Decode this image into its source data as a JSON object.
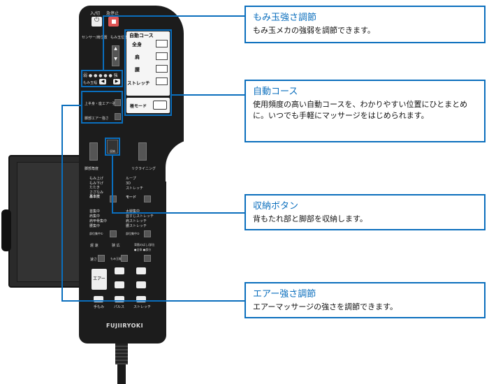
{
  "remote": {
    "power_label": "入/切",
    "stop_label": "急停止",
    "sensor_label": "センサー/肩位置",
    "momi_pos_label": "もみ玉位置",
    "strength_weak": "弱",
    "strength_strong": "強",
    "momi_width_label": "もみ玉幅",
    "upper_air_label": "上半身・座エアー強さ",
    "leg_air_label": "脚部エアー強さ",
    "auto_course_title": "自動コース",
    "auto_courses": [
      "全身",
      "肩",
      "腰",
      "ストレッチ"
    ],
    "kiwami_mode": "極モード",
    "storage_label": "収納",
    "leg_angle_label": "脚部角度",
    "recline_label": "リクライニング",
    "basic_techniques": [
      "もみ上げ",
      "もみ下げ",
      "たたき",
      "さざなみ"
    ],
    "basic_button": "基本技",
    "modes": [
      "ループ",
      "3D",
      "ストレッチ"
    ],
    "mode_button": "モード",
    "focus1": [
      "首集中",
      "肩集中",
      "肩甲骨集中",
      "腰集中"
    ],
    "focus1_button": "部位集中①",
    "focus2": [
      "太腿集中",
      "首すじストレッチ",
      "肩ストレッチ",
      "腰ストレッチ"
    ],
    "focus2_button": "部位集中②",
    "speed_label": "遅 速",
    "speed_button": "速さ",
    "width_label": "狭 広",
    "width_button": "もみ玉幅",
    "back_label": "背筋のばし/部位",
    "back_options": "●全体 ●部分",
    "air_button": "エアー",
    "bottom_buttons": [
      "手もみ",
      "パルス",
      "ストレッチ"
    ],
    "brand": "FUJIIRYOKI"
  },
  "callouts": [
    {
      "title": "もみ玉強さ調節",
      "text": "もみ玉メカの強弱を調節できます。"
    },
    {
      "title": "自動コース",
      "text": "使用頻度の高い自動コースを、わかりやすい位置にひとまとめに。いつでも手軽にマッサージをはじめられます。"
    },
    {
      "title": "収納ボタン",
      "text": "背もたれ部と脚部を収納します。"
    },
    {
      "title": "エアー強さ調節",
      "text": "エアーマッサージの強さを調節できます。"
    }
  ],
  "colors": {
    "accent": "#0a6ebd",
    "stop": "#e05555"
  }
}
